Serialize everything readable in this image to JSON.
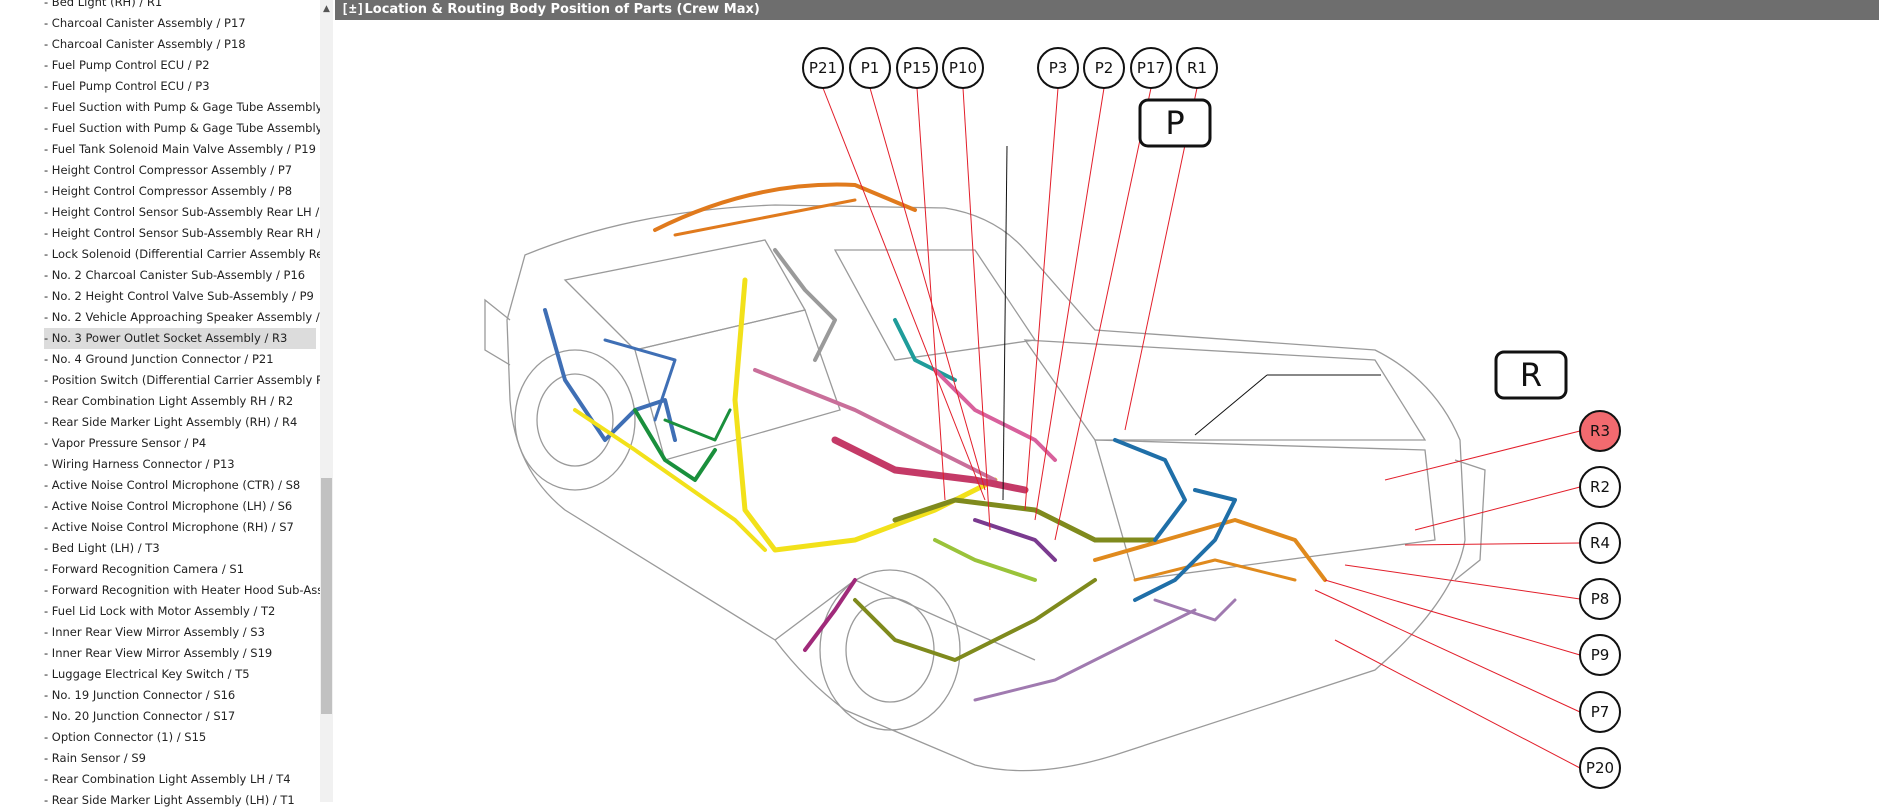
{
  "sidebar": {
    "items": [
      {
        "label": "- Bed Light (RH) / R1",
        "selected": false
      },
      {
        "label": "- Charcoal Canister Assembly / P17",
        "selected": false
      },
      {
        "label": "- Charcoal Canister Assembly / P18",
        "selected": false
      },
      {
        "label": "- Fuel Pump Control ECU / P2",
        "selected": false
      },
      {
        "label": "- Fuel Pump Control ECU / P3",
        "selected": false
      },
      {
        "label": "- Fuel Suction with Pump & Gage Tube Assembly",
        "selected": false
      },
      {
        "label": "- Fuel Suction with Pump & Gage Tube Assembly",
        "selected": false
      },
      {
        "label": "- Fuel Tank Solenoid Main Valve Assembly / P19",
        "selected": false
      },
      {
        "label": "- Height Control Compressor Assembly / P7",
        "selected": false
      },
      {
        "label": "- Height Control Compressor Assembly / P8",
        "selected": false
      },
      {
        "label": "- Height Control Sensor Sub-Assembly Rear LH /",
        "selected": false
      },
      {
        "label": "- Height Control Sensor Sub-Assembly Rear RH /",
        "selected": false
      },
      {
        "label": "- Lock Solenoid (Differential Carrier Assembly Re",
        "selected": false
      },
      {
        "label": "- No. 2 Charcoal Canister Sub-Assembly / P16",
        "selected": false
      },
      {
        "label": "- No. 2 Height Control Valve Sub-Assembly / P9",
        "selected": false
      },
      {
        "label": "- No. 2 Vehicle Approaching Speaker Assembly /",
        "selected": false
      },
      {
        "label": "- No. 3 Power Outlet Socket Assembly / R3",
        "selected": true
      },
      {
        "label": "- No. 4 Ground Junction Connector / P21",
        "selected": false
      },
      {
        "label": "- Position Switch (Differential Carrier Assembly R",
        "selected": false
      },
      {
        "label": "- Rear Combination Light Assembly RH / R2",
        "selected": false
      },
      {
        "label": "- Rear Side Marker Light Assembly (RH) / R4",
        "selected": false
      },
      {
        "label": "- Vapor Pressure Sensor / P4",
        "selected": false
      },
      {
        "label": "- Wiring Harness Connector / P13",
        "selected": false
      },
      {
        "label": "- Active Noise Control Microphone (CTR) / S8",
        "selected": false
      },
      {
        "label": "- Active Noise Control Microphone (LH) / S6",
        "selected": false
      },
      {
        "label": "- Active Noise Control Microphone (RH) / S7",
        "selected": false
      },
      {
        "label": "- Bed Light (LH) / T3",
        "selected": false
      },
      {
        "label": "- Forward Recognition Camera / S1",
        "selected": false
      },
      {
        "label": "- Forward Recognition with Heater Hood Sub-Ass",
        "selected": false
      },
      {
        "label": "- Fuel Lid Lock with Motor Assembly / T2",
        "selected": false
      },
      {
        "label": "- Inner Rear View Mirror Assembly / S3",
        "selected": false
      },
      {
        "label": "- Inner Rear View Mirror Assembly / S19",
        "selected": false
      },
      {
        "label": "- Luggage Electrical Key Switch / T5",
        "selected": false
      },
      {
        "label": "- No. 19 Junction Connector / S16",
        "selected": false
      },
      {
        "label": "- No. 20 Junction Connector / S17",
        "selected": false
      },
      {
        "label": "- Option Connector (1) / S15",
        "selected": false
      },
      {
        "label": "- Rain Sensor / S9",
        "selected": false
      },
      {
        "label": "- Rear Combination Light Assembly LH / T4",
        "selected": false
      },
      {
        "label": "- Rear Side Marker Light Assembly (LH) / T1",
        "selected": false
      }
    ]
  },
  "header": {
    "toggle": "[±]",
    "title": "Location & Routing  Body  Position of Parts (Crew Max)"
  },
  "diagram": {
    "group_labels": [
      "P",
      "R"
    ],
    "top_callouts": [
      "P21",
      "P1",
      "P15",
      "P10",
      "P3",
      "P2",
      "P17",
      "R1"
    ],
    "right_callouts": [
      "R3",
      "R2",
      "R4",
      "P8",
      "P9",
      "P7",
      "P20"
    ],
    "highlighted": "R3"
  },
  "colors": {
    "leader": "#e21e2a",
    "highlight": "#f26a6f",
    "header_bg": "#6e6e6e",
    "selected_bg": "#dcdcdc"
  }
}
